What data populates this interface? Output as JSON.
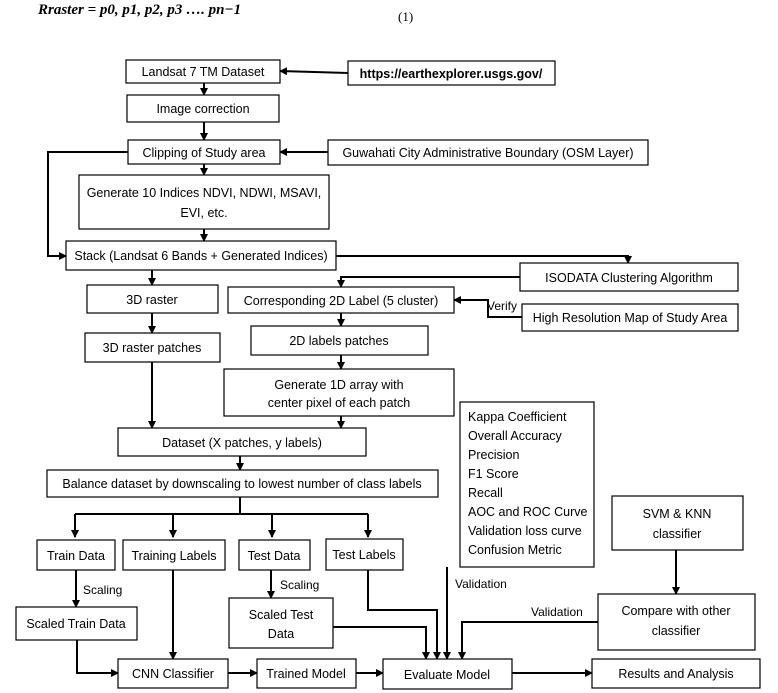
{
  "equation": {
    "text": "Rraster = p0, p1, p2, p3 …. pn−1",
    "number": "(1)"
  },
  "nodes": {
    "landsat": "Landsat 7 TM Dataset",
    "url": "https://earthexplorer.usgs.gov/",
    "correction": "Image correction",
    "clipping": "Clipping of Study area",
    "boundary": "Guwahati City Administrative Boundary (OSM Layer)",
    "indices_1": "Generate 10 Indices NDVI, NDWI, MSAVI,",
    "indices_2": "EVI, etc.",
    "stack": "Stack (Landsat 6 Bands + Generated Indices)",
    "isodata": "ISODATA Clustering Algorithm",
    "raster3d": "3D raster",
    "label2d": "Corresponding 2D Label (5 cluster)",
    "highres": "High Resolution Map of Study Area",
    "patches3d": "3D raster patches",
    "patches2d": "2D labels patches",
    "array1d_1": "Generate 1D array with",
    "array1d_2": "center pixel of each patch",
    "dataset": "Dataset (X patches, y labels)",
    "balance": "Balance dataset by downscaling to lowest number of class labels",
    "train": "Train Data",
    "trainlabels": "Training Labels",
    "test": "Test Data",
    "testlabels": "Test Labels",
    "scaledtrain": "Scaled Train Data",
    "scaledtest_1": "Scaled Test",
    "scaledtest_2": "Data",
    "cnn": "CNN Classifier",
    "trained": "Trained Model",
    "evaluate": "Evaluate Model",
    "results": "Results and Analysis",
    "svm_1": "SVM & KNN",
    "svm_2": "classifier",
    "compare_1": "Compare with other",
    "compare_2": "classifier"
  },
  "metrics": [
    "Kappa Coefficient",
    "Overall Accuracy",
    "Precision",
    "F1 Score",
    "Recall",
    "AOC and ROC Curve",
    "Validation loss curve",
    "Confusion Metric"
  ],
  "edge_labels": {
    "verify": "Verify",
    "scaling_train": "Scaling",
    "scaling_test": "Scaling",
    "validation_metrics": "Validation",
    "validation_compare": "Validation"
  }
}
